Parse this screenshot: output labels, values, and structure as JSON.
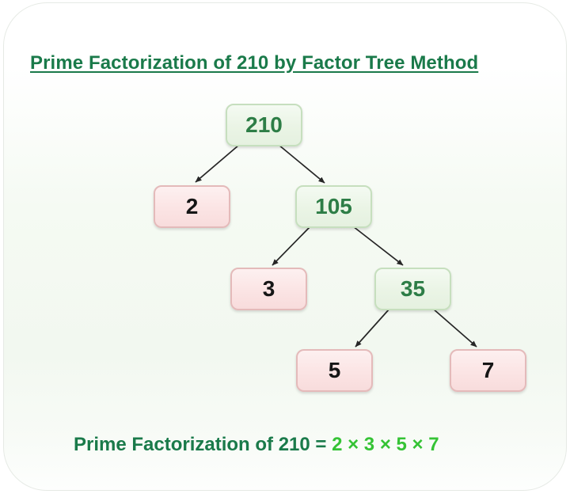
{
  "title": "Prime Factorization of 210 by Factor Tree Method",
  "tree": {
    "nodes": [
      {
        "id": "210",
        "label": "210",
        "type": "composite"
      },
      {
        "id": "2",
        "label": "2",
        "type": "prime"
      },
      {
        "id": "105",
        "label": "105",
        "type": "composite"
      },
      {
        "id": "3",
        "label": "3",
        "type": "prime"
      },
      {
        "id": "35",
        "label": "35",
        "type": "composite"
      },
      {
        "id": "5",
        "label": "5",
        "type": "prime"
      },
      {
        "id": "7",
        "label": "7",
        "type": "prime"
      }
    ],
    "edges": [
      {
        "from": "210",
        "to": "2"
      },
      {
        "from": "210",
        "to": "105"
      },
      {
        "from": "105",
        "to": "3"
      },
      {
        "from": "105",
        "to": "35"
      },
      {
        "from": "35",
        "to": "5"
      },
      {
        "from": "35",
        "to": "7"
      }
    ]
  },
  "result": {
    "prefix": "Prime Factorization of 210 = ",
    "factors": "2 × 3 × 5 × 7"
  },
  "colors": {
    "title_green": "#1a7a4a",
    "factors_green": "#35c335",
    "composite_border": "#c6dfbe",
    "composite_text": "#2d7d46",
    "prime_border": "#e4baba",
    "prime_text": "#161616",
    "arrow": "#262626"
  }
}
